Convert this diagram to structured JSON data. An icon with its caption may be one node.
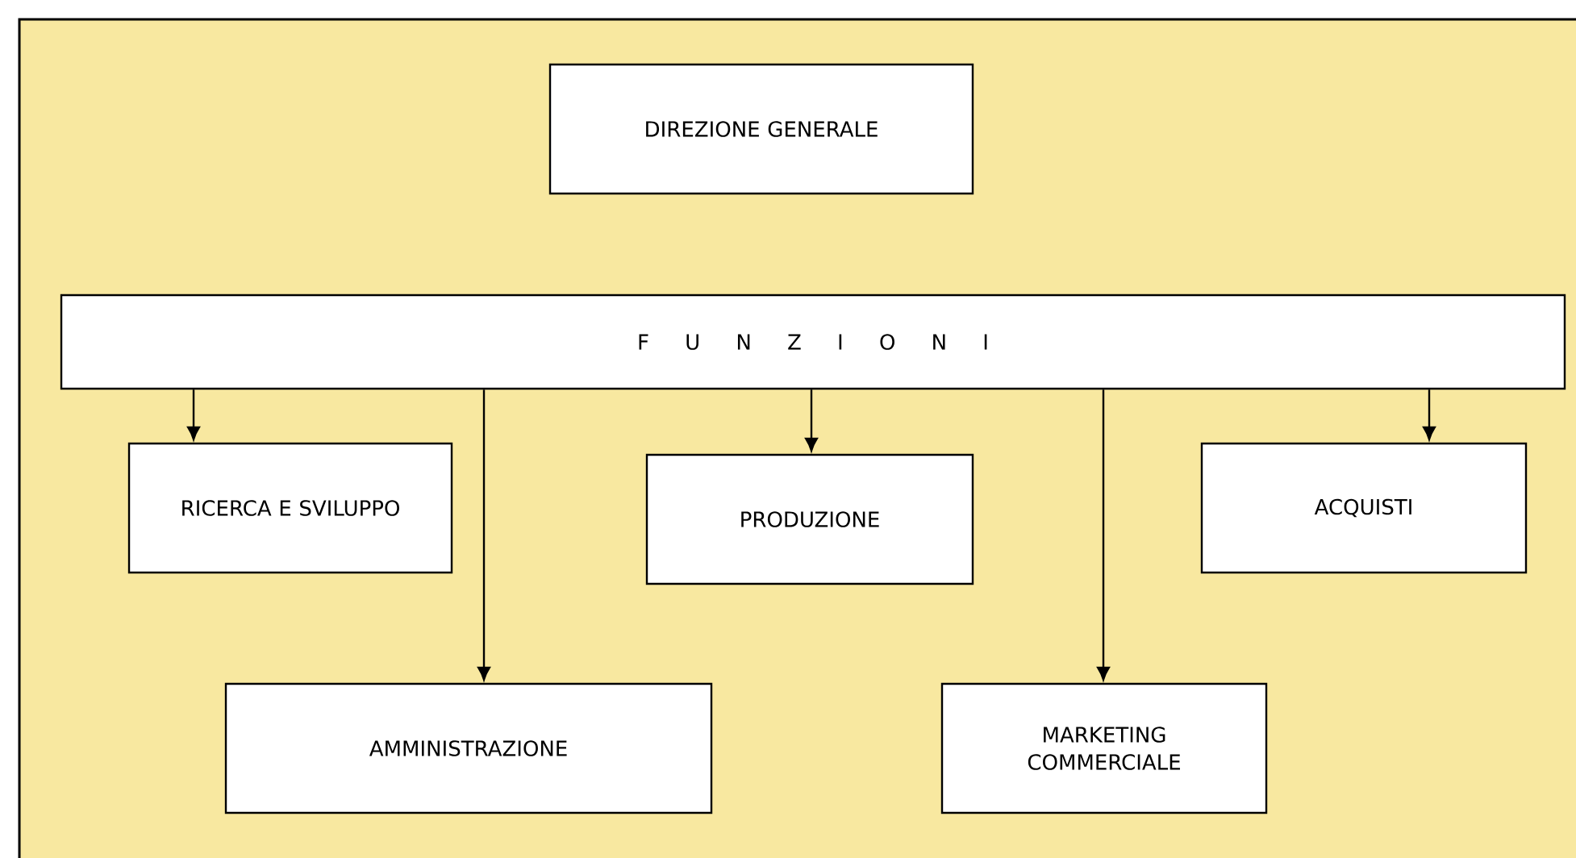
{
  "diagram": {
    "nodes": [
      {
        "text": [
          "DIREZIONE GENERALE"
        ]
      },
      {
        "text": [
          "F U N Z I O N I"
        ]
      },
      {
        "text": [
          "RICERCA E SVILUPPO"
        ]
      },
      {
        "text": [
          "PRODUZIONE"
        ]
      },
      {
        "text": [
          "ACQUISTI"
        ]
      },
      {
        "text": [
          "AMMINISTRAZIONE"
        ]
      },
      {
        "text": [
          "MARKETING COMMERCIALE"
        ]
      }
    ],
    "edges": [
      {
        "from": 1,
        "to": 2,
        "arrow": "to"
      },
      {
        "from": 1,
        "to": 5,
        "arrow": "to"
      },
      {
        "from": 1,
        "to": 3,
        "arrow": "to"
      },
      {
        "from": 1,
        "to": 6,
        "arrow": "to"
      },
      {
        "from": 1,
        "to": 4,
        "arrow": "to"
      }
    ]
  }
}
